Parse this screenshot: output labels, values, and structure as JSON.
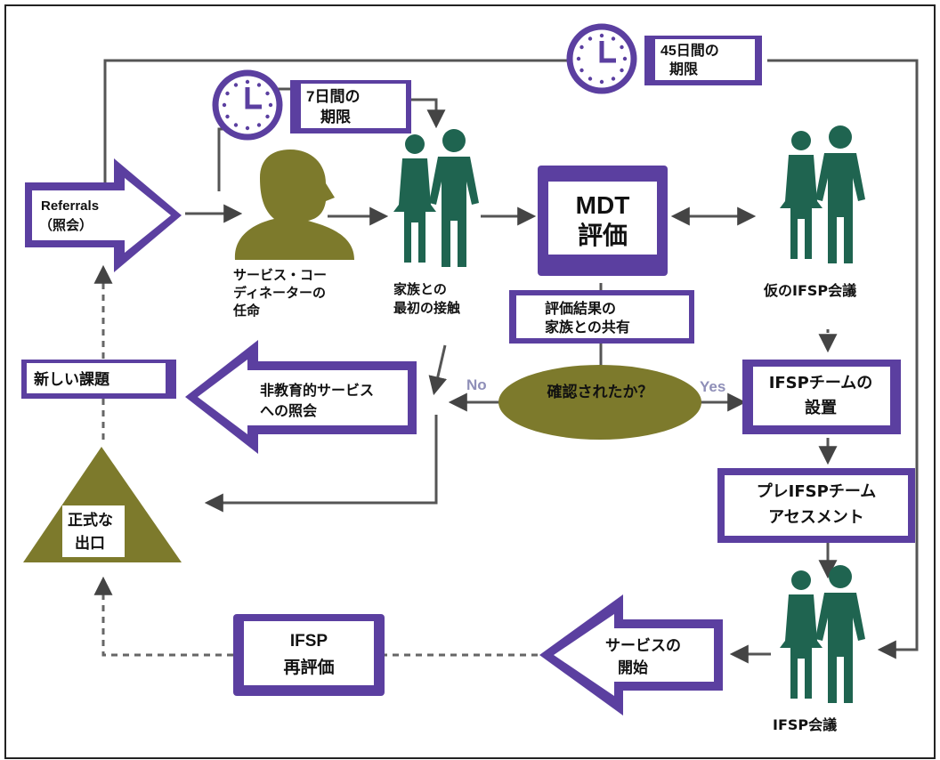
{
  "colors": {
    "purple": "#5b3fa0",
    "person": "#1f6450",
    "coordinator": "#7d7a2c",
    "line": "#555555",
    "muted_label": "#8f8fb8"
  },
  "icons": {
    "clock": "clock-icon",
    "family": "family-figures-icon",
    "person": "person-silhouette-icon"
  },
  "diagram": {
    "referrals": {
      "line1": "Referrals",
      "line2": "（照会）"
    },
    "deadline_7": {
      "line1": "7日間の",
      "line2": "期限"
    },
    "deadline_45": {
      "line1": "45日間の",
      "line2": "期限"
    },
    "coordinator_label": {
      "line1": "サービス・コー",
      "line2": "ディネーターの",
      "line3": "任命"
    },
    "first_contact": {
      "line1": "家族との",
      "line2": "最初の接触"
    },
    "mdt": {
      "line1": "MDT",
      "line2": "評価"
    },
    "share_results": {
      "line1": "評価結果の",
      "line2": "家族との共有"
    },
    "interim_ifsp": "仮のIFSP会議",
    "confirmed": "確認されたか？",
    "no_label": "No",
    "yes_label": "Yes",
    "team_setup": {
      "line1": "IFSPチームの",
      "line2": "設置"
    },
    "non_edu_referral": {
      "line1": "非教育的サービス",
      "line2": "への照会"
    },
    "new_issue": "新しい課題",
    "formal_exit": {
      "line1": "正式な",
      "line2": "出口"
    },
    "pre_assessment": {
      "line1": "プレIFSPチーム",
      "line2": "アセスメント"
    },
    "service_start": {
      "line1": "サービスの",
      "line2": "開始"
    },
    "ifsp_review": {
      "line1": "IFSP",
      "line2": "再評価"
    },
    "ifsp_meeting": "IFSP会議"
  }
}
